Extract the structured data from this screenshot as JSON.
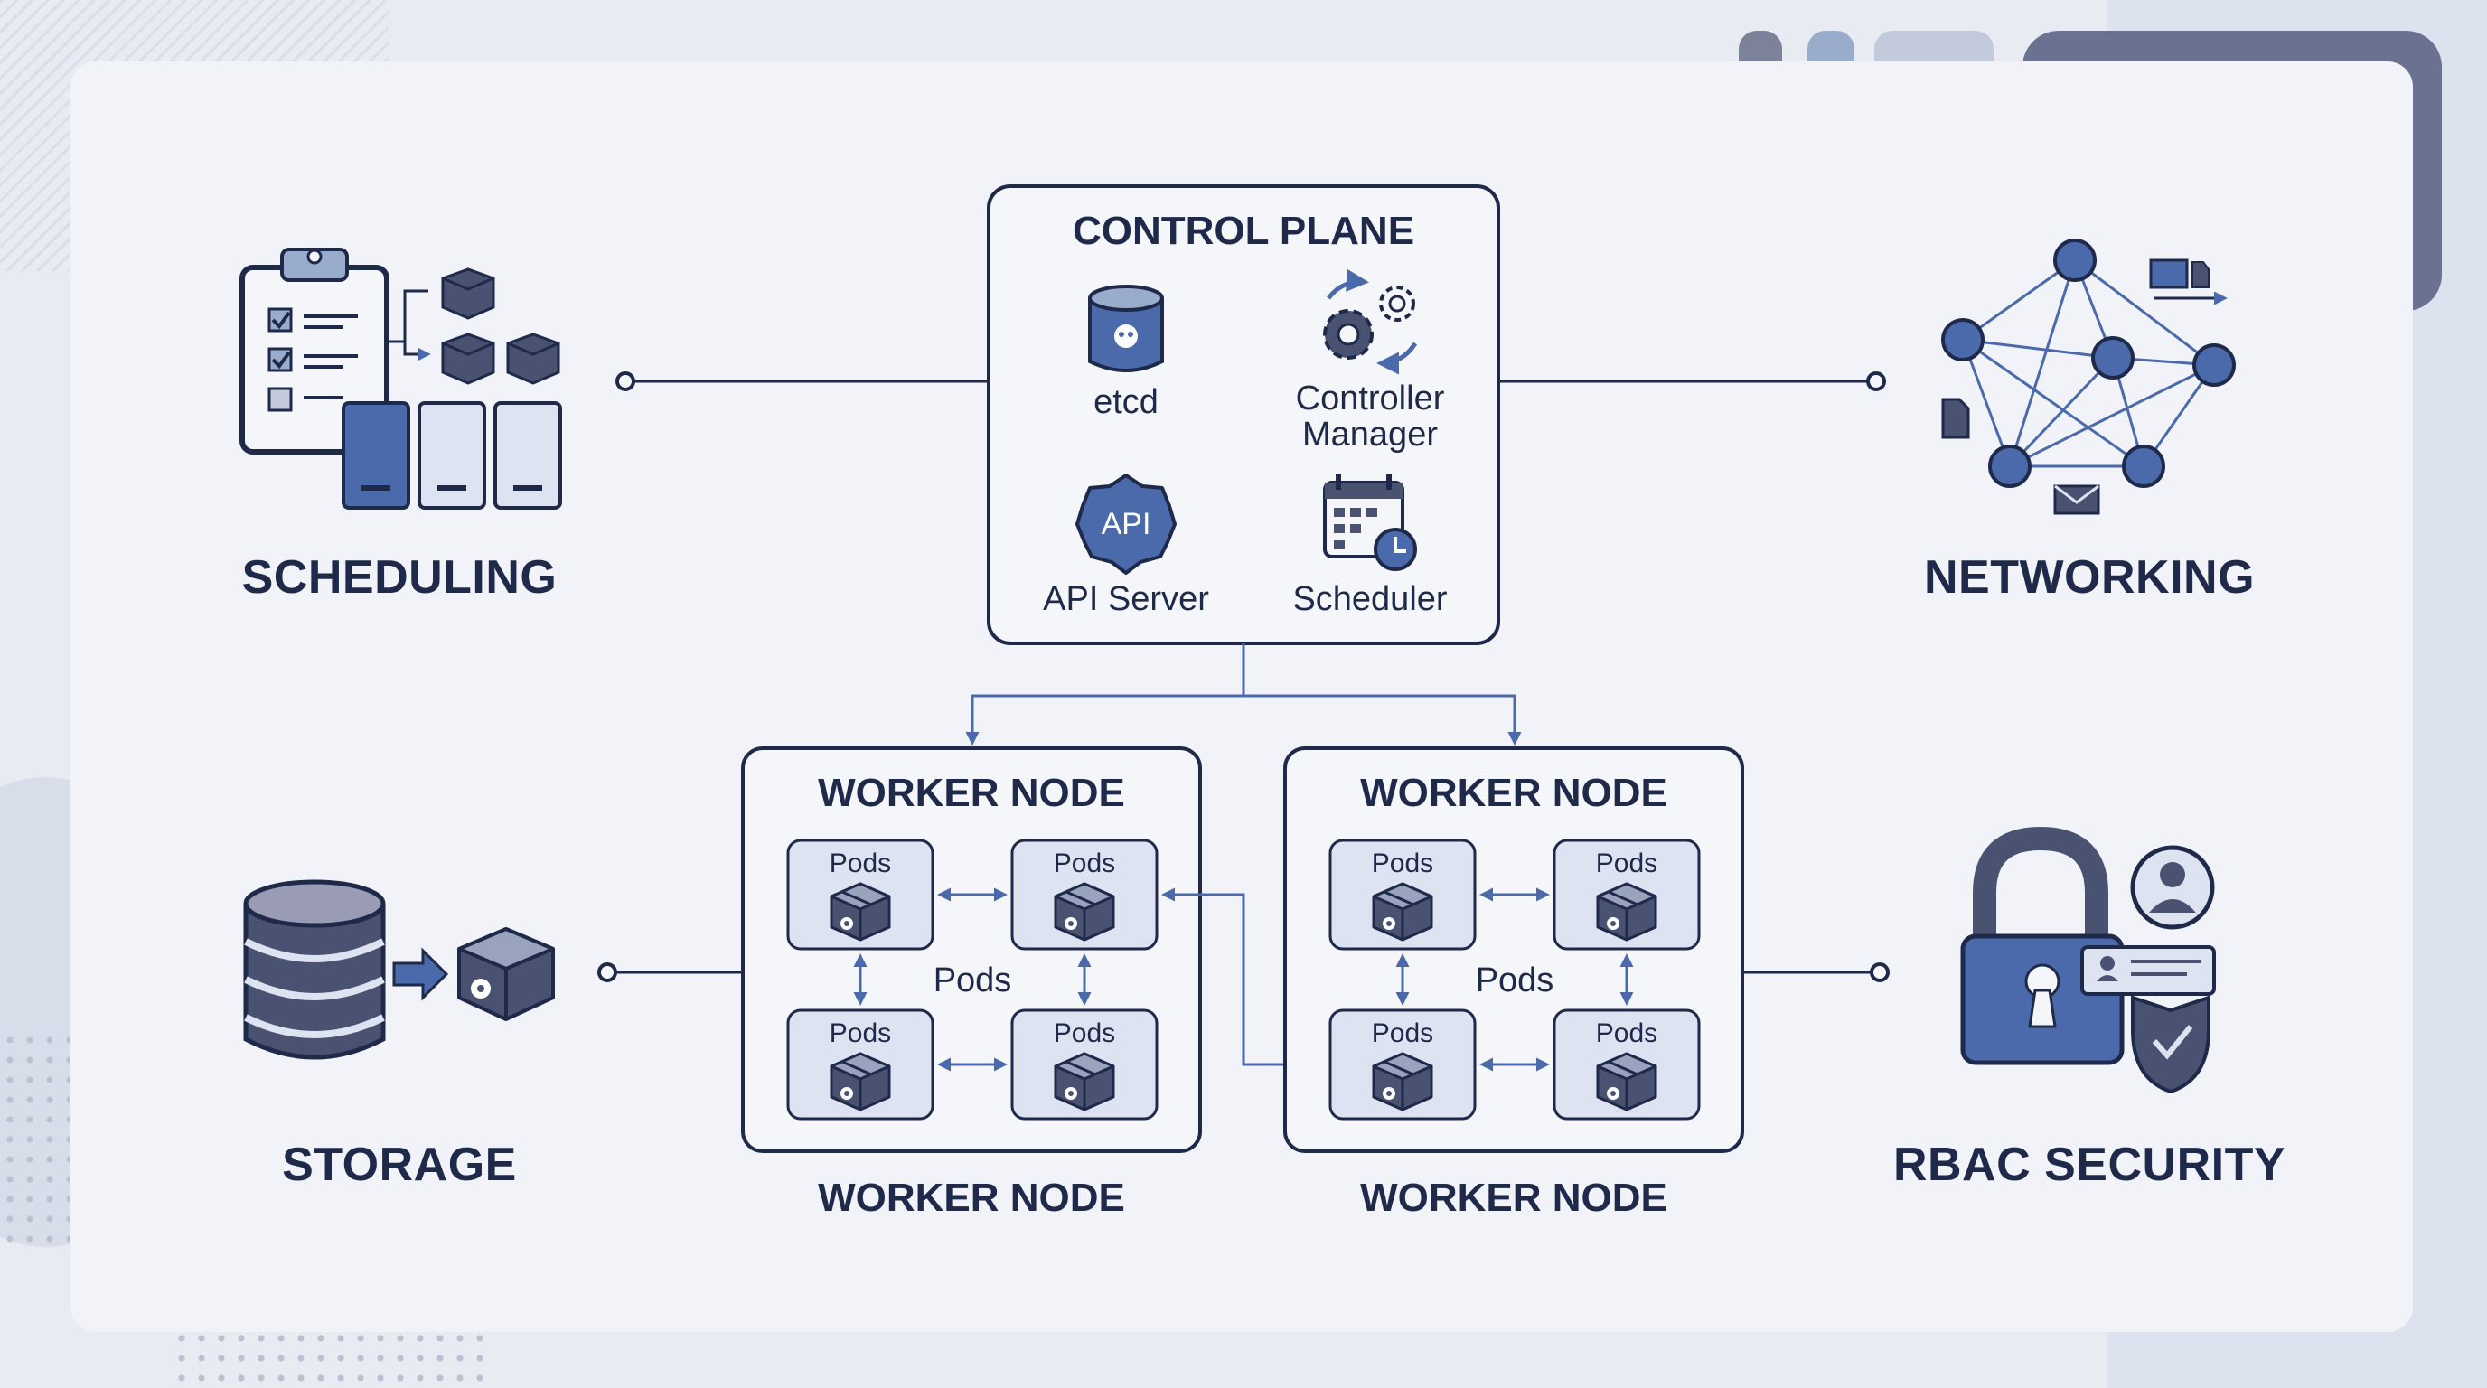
{
  "categories": {
    "scheduling": "SCHEDULING",
    "networking": "NETWORKING",
    "storage": "STORAGE",
    "rbac": "RBAC SECURITY"
  },
  "control_plane": {
    "title": "CONTROL PLANE",
    "components": {
      "etcd": "etcd",
      "controller_manager": [
        "Controller",
        "Manager"
      ],
      "api_server": "API Server",
      "api_badge": "API",
      "scheduler": "Scheduler"
    }
  },
  "worker_nodes": [
    {
      "title": "WORKER NODE",
      "caption": "WORKER NODE",
      "center_label": "Pods",
      "pods": [
        "Pods",
        "Pods",
        "Pods",
        "Pods"
      ]
    },
    {
      "title": "WORKER NODE",
      "caption": "WORKER NODE",
      "center_label": "Pods",
      "pods": [
        "Pods",
        "Pods",
        "Pods",
        "Pods"
      ]
    }
  ],
  "colors": {
    "accent": "#4a6aac",
    "outline": "#1f2a4a",
    "pod_fill": "#dde3f0",
    "card": "#f1f3f8"
  },
  "icons": {
    "scheduling": "clipboard-checklist-icon",
    "networking": "network-mesh-icon",
    "storage": "database-stack-icon",
    "rbac": "padlock-user-shield-icon",
    "etcd": "database-icon",
    "controller_manager": "gears-icon",
    "api_server": "api-badge-icon",
    "scheduler": "calendar-clock-icon",
    "pod": "container-box-icon"
  }
}
